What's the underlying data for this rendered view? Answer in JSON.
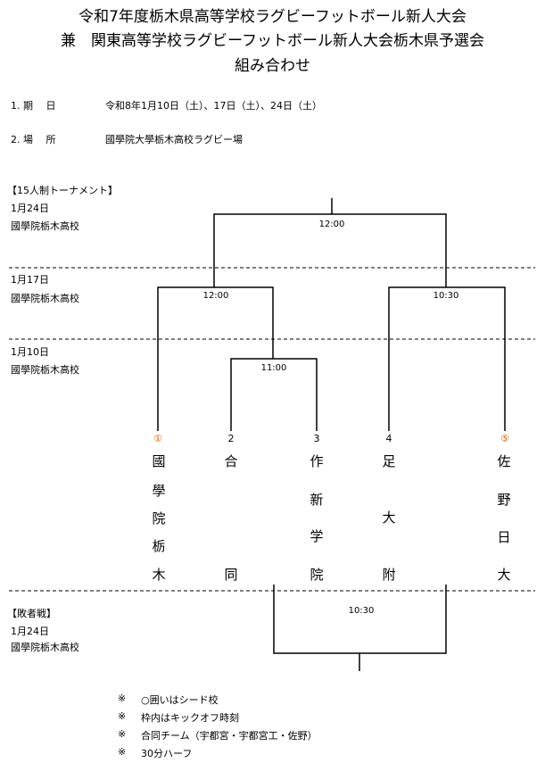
{
  "title": {
    "line1": "令和7年度栃木県高等学校ラグビーフットボール新人大会",
    "line2": "兼　関東高等学校ラグビーフットボール新人大会栃木県予選会",
    "line3": "組み合わせ"
  },
  "info": [
    {
      "label": "1. 期　 日",
      "value": "令和8年1月10日（土）、17日（土）、24日（土）"
    },
    {
      "label": "2. 場　 所",
      "value": "國學院大學栃木高校ラグビー場"
    }
  ],
  "tournament": {
    "heading": "【15人制トーナメント】",
    "rounds": [
      {
        "date": "1月24日",
        "venue": "國學院栃木高校"
      },
      {
        "date": "1月17日",
        "venue": "國學院栃木高校"
      },
      {
        "date": "1月10日",
        "venue": "國學院栃木高校"
      }
    ],
    "times": {
      "final": "12:00",
      "semi_left": "12:00",
      "semi_right": "10:30",
      "quarter": "11:00"
    },
    "teams": [
      {
        "num": "①",
        "seed": true,
        "name": [
          "國",
          "學",
          "院",
          "栃",
          "木"
        ]
      },
      {
        "num": "2",
        "seed": false,
        "name": [
          "合",
          "同"
        ]
      },
      {
        "num": "3",
        "seed": false,
        "name": [
          "作",
          "新",
          "学",
          "院"
        ]
      },
      {
        "num": "4",
        "seed": false,
        "name": [
          "足",
          "大",
          "附"
        ]
      },
      {
        "num": "⑤",
        "seed": true,
        "name": [
          "佐",
          "野",
          "日",
          "大"
        ]
      }
    ]
  },
  "consolation": {
    "heading": "【敗者戦】",
    "date": "1月24日",
    "venue": "國學院栃木高校",
    "time": "10:30"
  },
  "notes": [
    {
      "mark": "※",
      "text": "○囲いはシード校"
    },
    {
      "mark": "※",
      "text": "枠内はキックオフ時刻"
    },
    {
      "mark": "※",
      "text": "合同チーム（宇都宮・宇都宮工・佐野）"
    },
    {
      "mark": "※",
      "text": "30分ハーフ"
    }
  ],
  "colors": {
    "seed": "#e06000"
  }
}
